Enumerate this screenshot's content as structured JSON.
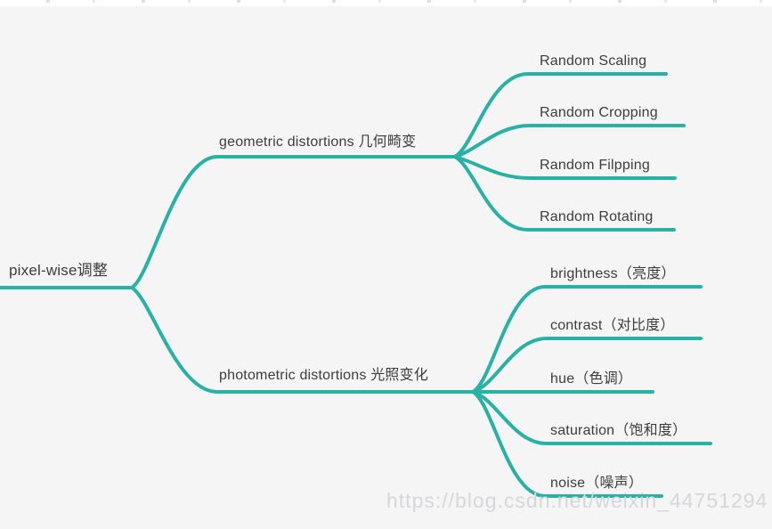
{
  "mindmap": {
    "root": {
      "label": "pixel-wise调整"
    },
    "branches": [
      {
        "label": "geometric distortions 几何畸变",
        "children": [
          {
            "label": "Random Scaling"
          },
          {
            "label": "Random Cropping"
          },
          {
            "label": "Random Filpping"
          },
          {
            "label": "Random Rotating"
          }
        ]
      },
      {
        "label": "photometric distortions 光照变化",
        "children": [
          {
            "label": "brightness（亮度）"
          },
          {
            "label": "contrast（对比度）"
          },
          {
            "label": "hue（色调）"
          },
          {
            "label": "saturation（饱和度）"
          },
          {
            "label": "noise（噪声）"
          }
        ]
      }
    ]
  },
  "watermark": "https://blog.csdn.net/weixin_44751294",
  "colors": {
    "line": "#28b2a6",
    "background": "#f5f5f6",
    "text": "#3d3d3d",
    "watermark": "#d6d7da"
  }
}
